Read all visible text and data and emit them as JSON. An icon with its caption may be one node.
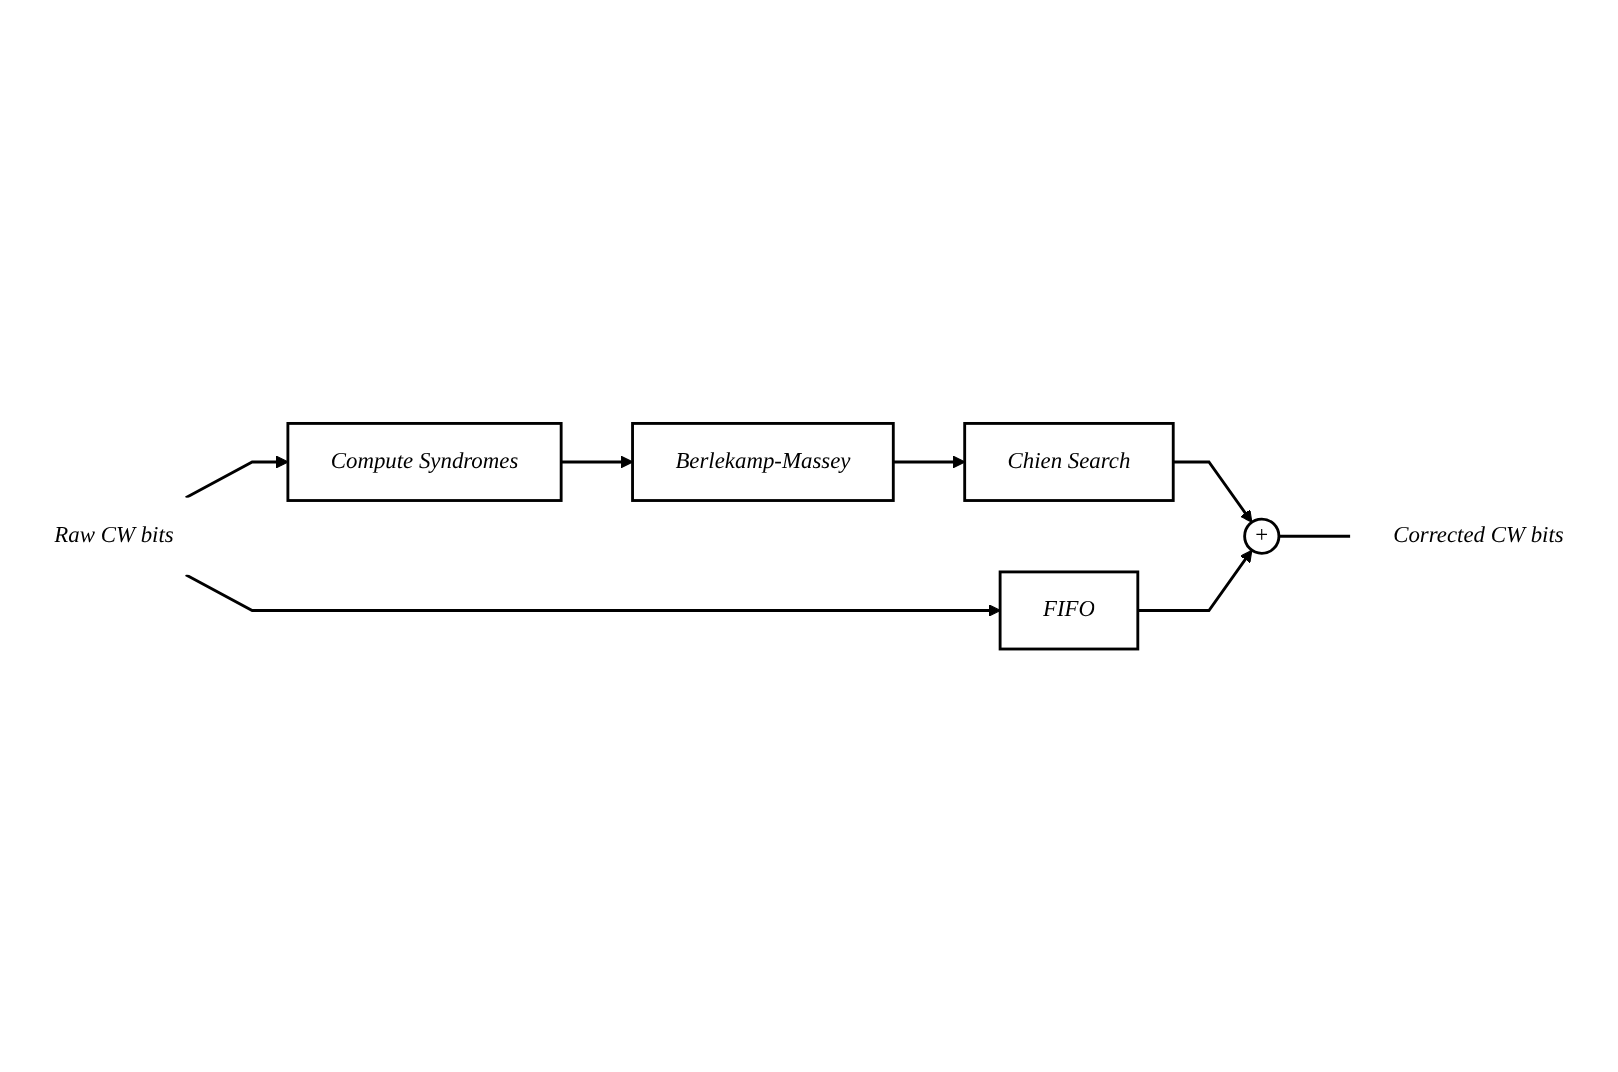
{
  "diagram": {
    "nodes": [
      {
        "text": [
          "Raw CW bits"
        ]
      },
      {
        "text": [
          "Compute Syndromes"
        ]
      },
      {
        "text": [
          "Berlekamp-Massey"
        ]
      },
      {
        "text": [
          "Chien Search"
        ]
      },
      {
        "text": [
          "FIFO"
        ]
      },
      {
        "text": [
          "+"
        ]
      },
      {
        "text": [
          "Corrected CW bits"
        ]
      }
    ],
    "edges": [
      {
        "from": 0,
        "to": 4,
        "arrow": "to"
      },
      {
        "from": 0,
        "to": 1,
        "arrow": "to"
      },
      {
        "from": 1,
        "to": 2,
        "arrow": "to"
      },
      {
        "from": 2,
        "to": 3,
        "arrow": "to"
      },
      {
        "from": 3,
        "to": 5,
        "arrow": "to"
      },
      {
        "from": 4,
        "to": 5,
        "arrow": "to"
      },
      {
        "from": 5,
        "to": 6,
        "arrow": "none"
      }
    ]
  }
}
